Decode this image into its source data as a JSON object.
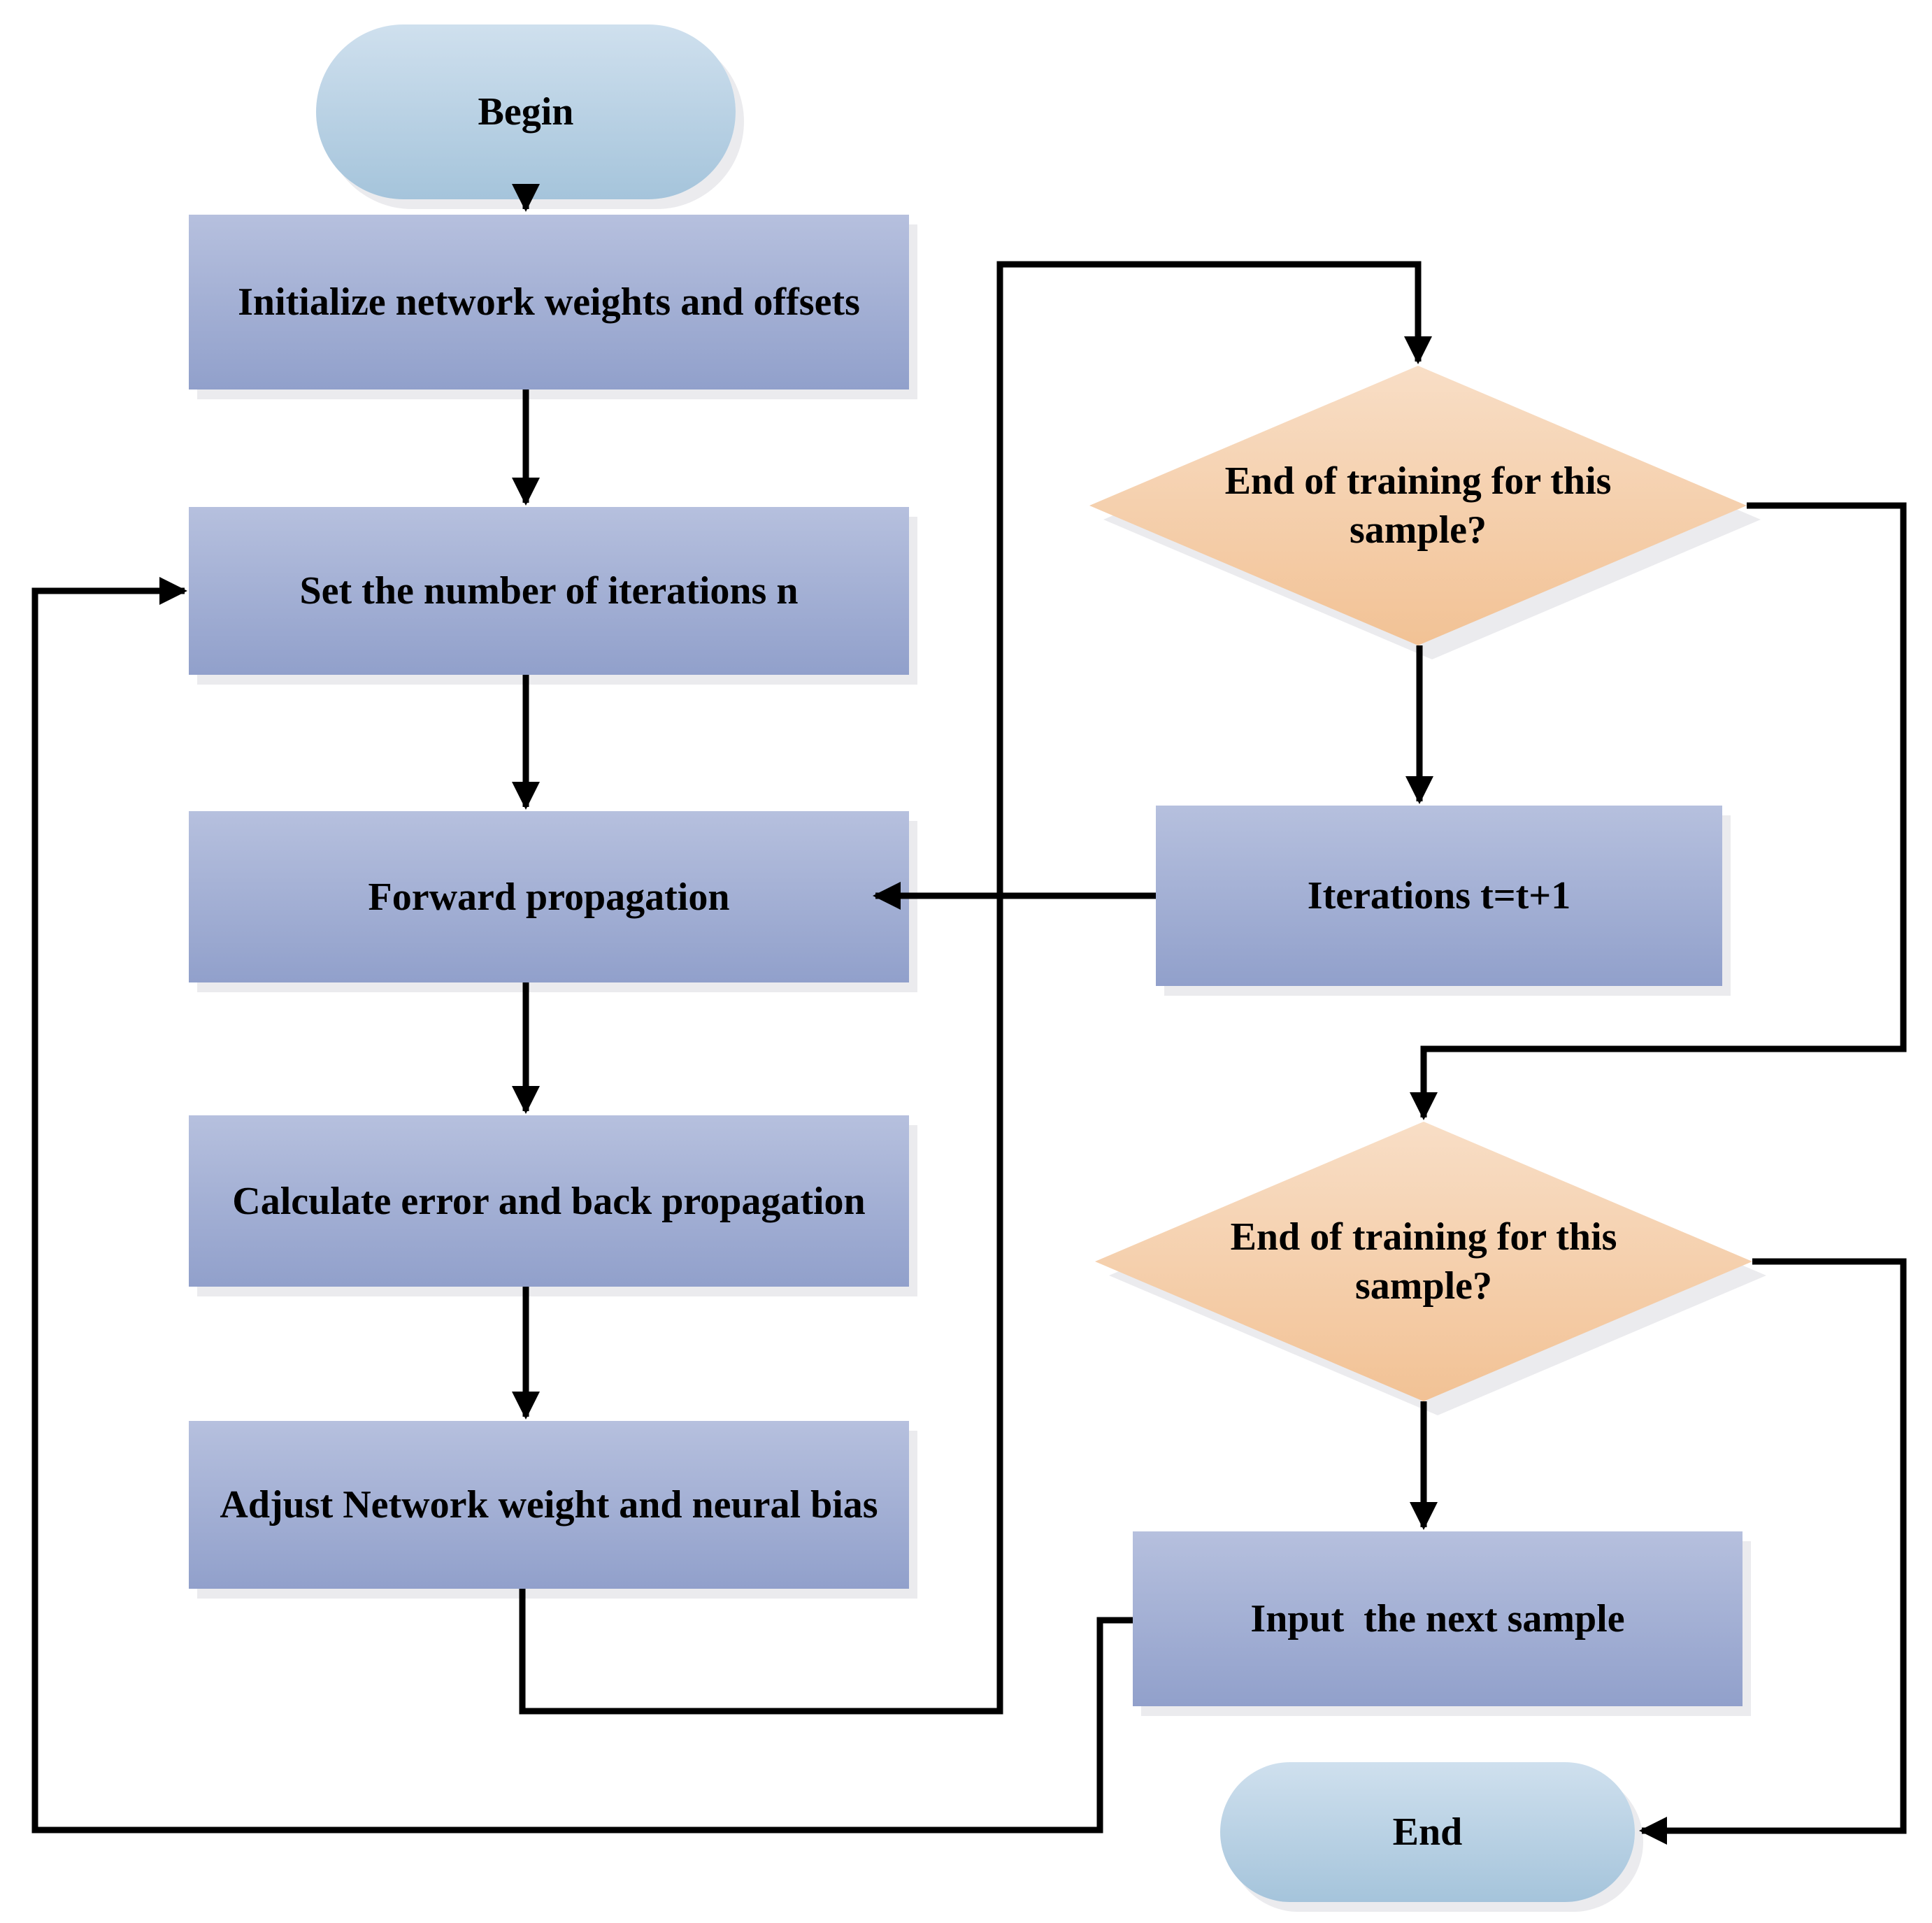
{
  "flowchart": {
    "nodes": {
      "begin": {
        "label": "Begin",
        "shape": "terminator"
      },
      "initialize": {
        "label": "Initialize network weights and offsets",
        "shape": "process"
      },
      "set_iterations": {
        "label": "Set the number of iterations n",
        "shape": "process"
      },
      "forward_propagation": {
        "label": "Forward propagation",
        "shape": "process"
      },
      "calculate_error": {
        "label": "Calculate error and back propagation",
        "shape": "process"
      },
      "adjust_weights": {
        "label": "Adjust Network weight and neural bias",
        "shape": "process"
      },
      "decision_top": {
        "label": "End of training for this sample?",
        "shape": "decision"
      },
      "iterations": {
        "label": "Iterations t=t+1",
        "shape": "process"
      },
      "decision_bottom": {
        "label": "End of training for this sample?",
        "shape": "decision"
      },
      "input_next_sample": {
        "label": "Input  the next sample",
        "shape": "process"
      },
      "end": {
        "label": "End",
        "shape": "terminator"
      }
    },
    "colors": {
      "terminator-top": "#cfe0ee",
      "terminator-bottom": "#a5c4db",
      "process-top": "#b6c0de",
      "process-bottom": "#91a0cb",
      "decision-top": "#f8dec6",
      "decision-bottom": "#f2c295",
      "line": "#000000",
      "shadow": "#ebebee",
      "text": "#000000"
    }
  }
}
